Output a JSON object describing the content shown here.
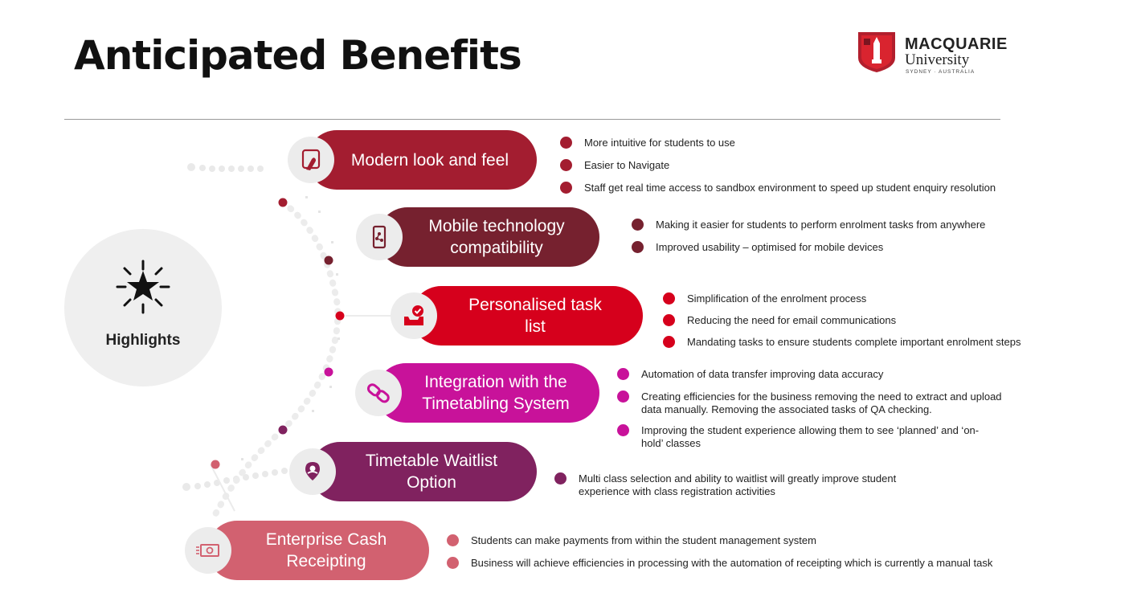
{
  "title": "Anticipated Benefits",
  "logo": {
    "brand": "MACQUARIE",
    "university": "University",
    "location": "SYDNEY · AUSTRALIA"
  },
  "hub_label": "Highlights",
  "benefits": [
    {
      "label": "Modern look and feel",
      "color": "#a31d30",
      "icon": "touch-icon",
      "points": [
        "More intuitive for students to use",
        "Easier to Navigate",
        "Staff get real time access to sandbox environment to speed up student enquiry resolution"
      ]
    },
    {
      "label": "Mobile technology compatibility",
      "color": "#76212f",
      "icon": "mobile-icon",
      "points": [
        "Making it easier for students to perform enrolment tasks from anywhere",
        "Improved usability – optimised for mobile devices"
      ]
    },
    {
      "label": "Personalised task list",
      "color": "#d6001c",
      "icon": "inbox-check-icon",
      "points": [
        "Simplification of the enrolment process",
        "Reducing the need for email communications",
        "Mandating tasks to ensure students complete important enrolment steps"
      ]
    },
    {
      "label": "Integration with the Timetabling System",
      "color": "#c8129a",
      "icon": "link-icon",
      "points": [
        "Automation of data transfer improving data accuracy",
        "Creating efficiencies for the business removing the need to extract and upload data manually. Removing the associated tasks of QA checking.",
        "Improving the student experience allowing them to see ‘planned’ and ‘on-hold’ classes"
      ]
    },
    {
      "label": "Timetable Waitlist Option",
      "color": "#80225f",
      "icon": "location-pin-icon",
      "points": [
        "Multi class selection and ability to waitlist will greatly improve student experience with class registration activities"
      ]
    },
    {
      "label": "Enterprise Cash Receipting",
      "color": "#d26170",
      "icon": "cash-icon",
      "points": [
        "Students can  make payments from within the student management system",
        "Business will achieve efficiencies in processing with the automation of receipting which is currently a manual task"
      ]
    }
  ]
}
